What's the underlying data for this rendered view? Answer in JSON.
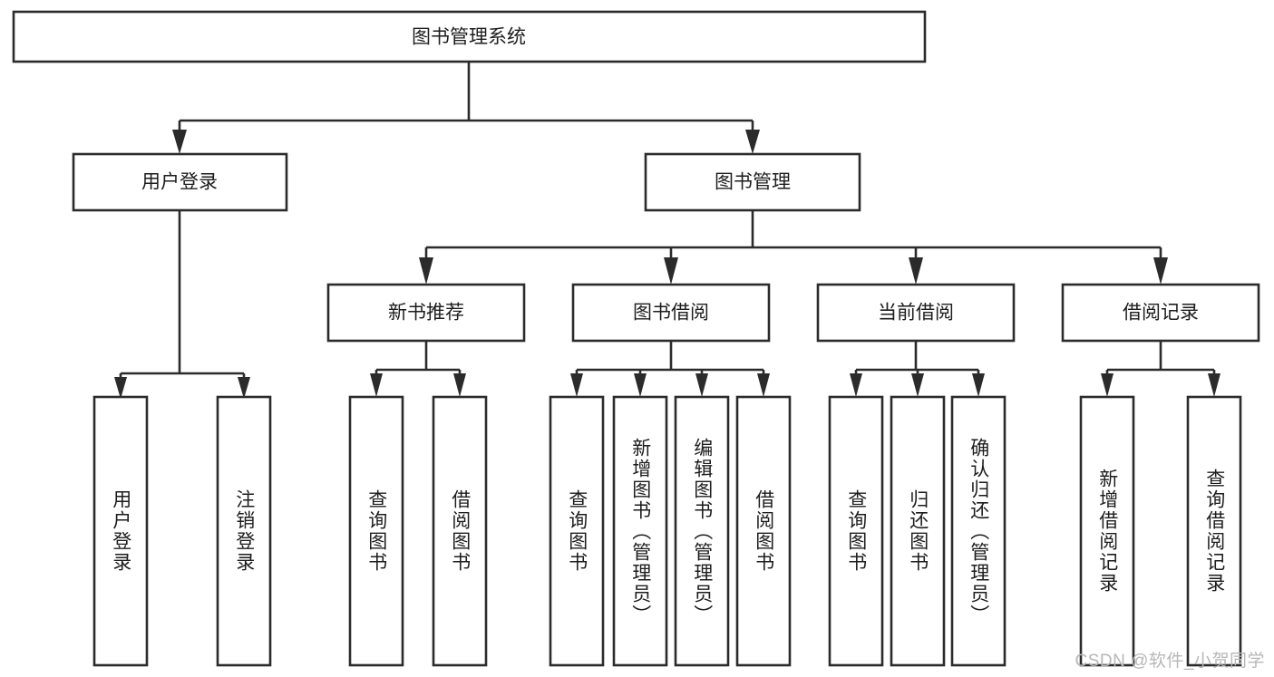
{
  "diagram": {
    "type": "tree",
    "title": "图书管理系统",
    "root": {
      "id": "root",
      "label": "图书管理系统"
    },
    "level1": [
      {
        "id": "user-login",
        "label": "用户登录"
      },
      {
        "id": "book-manage",
        "label": "图书管理"
      }
    ],
    "level2": [
      {
        "id": "new-book-recommend",
        "label": "新书推荐",
        "parent": "book-manage"
      },
      {
        "id": "book-borrow",
        "label": "图书借阅",
        "parent": "book-manage"
      },
      {
        "id": "current-borrow",
        "label": "当前借阅",
        "parent": "book-manage"
      },
      {
        "id": "borrow-record",
        "label": "借阅记录",
        "parent": "book-manage"
      }
    ],
    "leaves": {
      "user_login": [
        {
          "id": "leaf-user-login",
          "label": "用户登录"
        },
        {
          "id": "leaf-logout",
          "label": "注销登录"
        }
      ],
      "new_book_recommend": [
        {
          "id": "leaf-query-book-1",
          "label": "查询图书"
        },
        {
          "id": "leaf-borrow-book-1",
          "label": "借阅图书"
        }
      ],
      "book_borrow": [
        {
          "id": "leaf-query-book-2",
          "label": "查询图书"
        },
        {
          "id": "leaf-add-book",
          "label": "新增图书（管理员）"
        },
        {
          "id": "leaf-edit-book",
          "label": "编辑图书（管理员）"
        },
        {
          "id": "leaf-borrow-book-2",
          "label": "借阅图书"
        }
      ],
      "current_borrow": [
        {
          "id": "leaf-query-book-3",
          "label": "查询图书"
        },
        {
          "id": "leaf-return-book",
          "label": "归还图书"
        },
        {
          "id": "leaf-confirm-return",
          "label": "确认归还（管理员）"
        }
      ],
      "borrow_record": [
        {
          "id": "leaf-add-record",
          "label": "新增借阅记录"
        },
        {
          "id": "leaf-query-record",
          "label": "查询借阅记录"
        }
      ]
    }
  },
  "watermark": {
    "text": "CSDN @软件_小贺同学"
  },
  "colors": {
    "stroke": "#2b2b2b",
    "fill": "#ffffff",
    "text": "#1d1d1d",
    "watermark": "#b7b7b7"
  }
}
